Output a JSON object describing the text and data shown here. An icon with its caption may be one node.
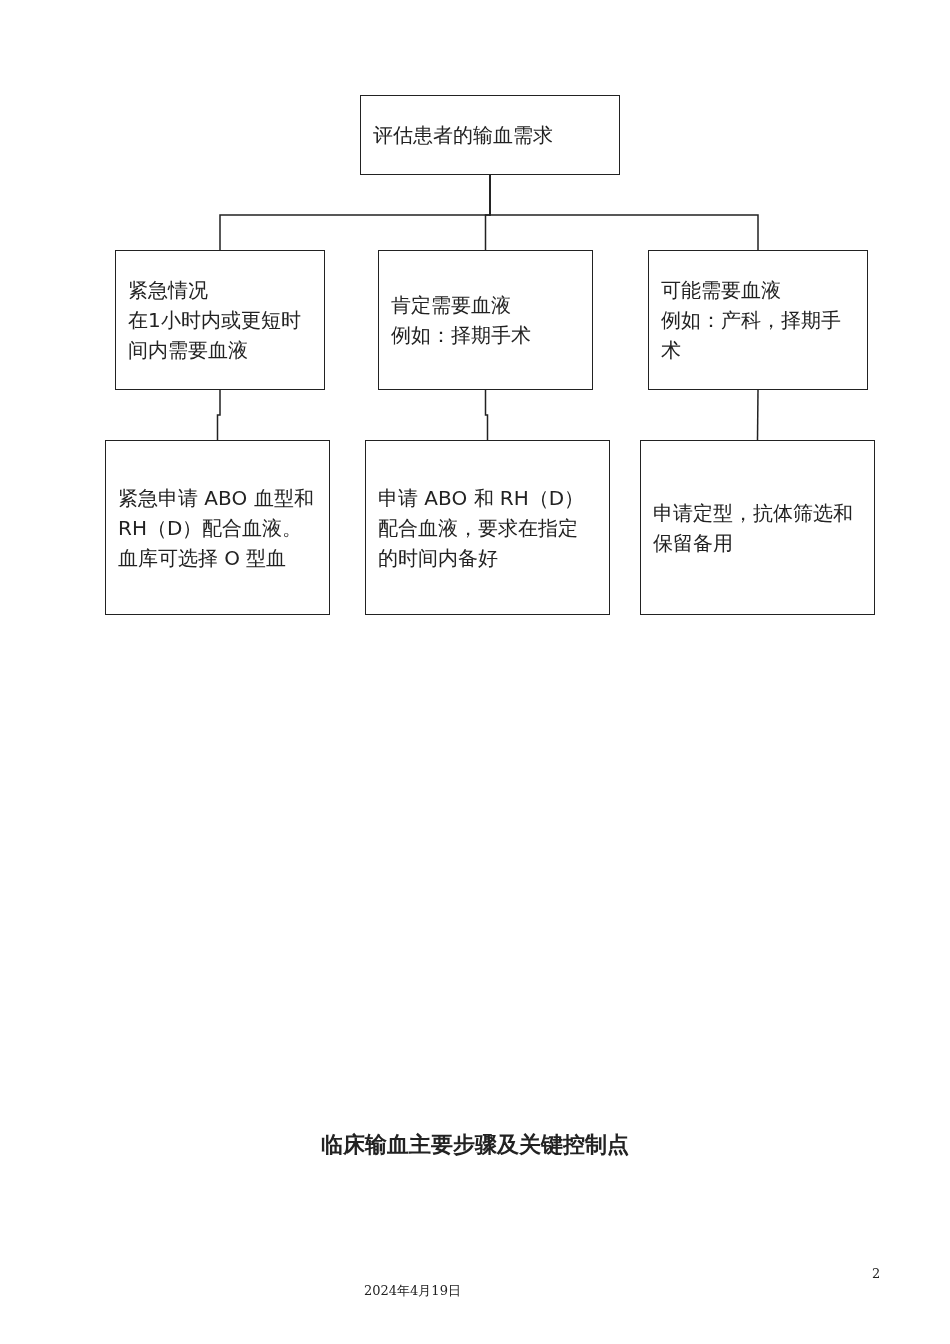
{
  "diagram": {
    "title": "临床输血主要步骤及关键控制点",
    "nodes": [
      {
        "text": [
          "评估患者的输血需求"
        ]
      },
      {
        "text": [
          "紧急情况",
          "在1小时内或更短时间内需要血液"
        ]
      },
      {
        "text": [
          "肯定需要血液",
          "例如：择期手术"
        ]
      },
      {
        "text": [
          "可能需要血液",
          "例如：产科，择期手术"
        ]
      },
      {
        "text": [
          "紧急申请 ABO 血型和 RH（D）配合血液。血库可选择 O 型血"
        ]
      },
      {
        "text": [
          "申请 ABO 和 RH（D）配合血液，要求在指定的时间内备好"
        ]
      },
      {
        "text": [
          "申请定型，抗体筛选和保留备用"
        ]
      }
    ],
    "edges": [
      {
        "from": 0,
        "to": 1,
        "arrow": "none"
      },
      {
        "from": 0,
        "to": 2,
        "arrow": "none"
      },
      {
        "from": 0,
        "to": 3,
        "arrow": "none"
      },
      {
        "from": 1,
        "to": 4,
        "arrow": "none"
      },
      {
        "from": 2,
        "to": 5,
        "arrow": "none"
      },
      {
        "from": 3,
        "to": 6,
        "arrow": "none"
      }
    ],
    "labels": [
      "2",
      "2024年4月19日"
    ]
  }
}
